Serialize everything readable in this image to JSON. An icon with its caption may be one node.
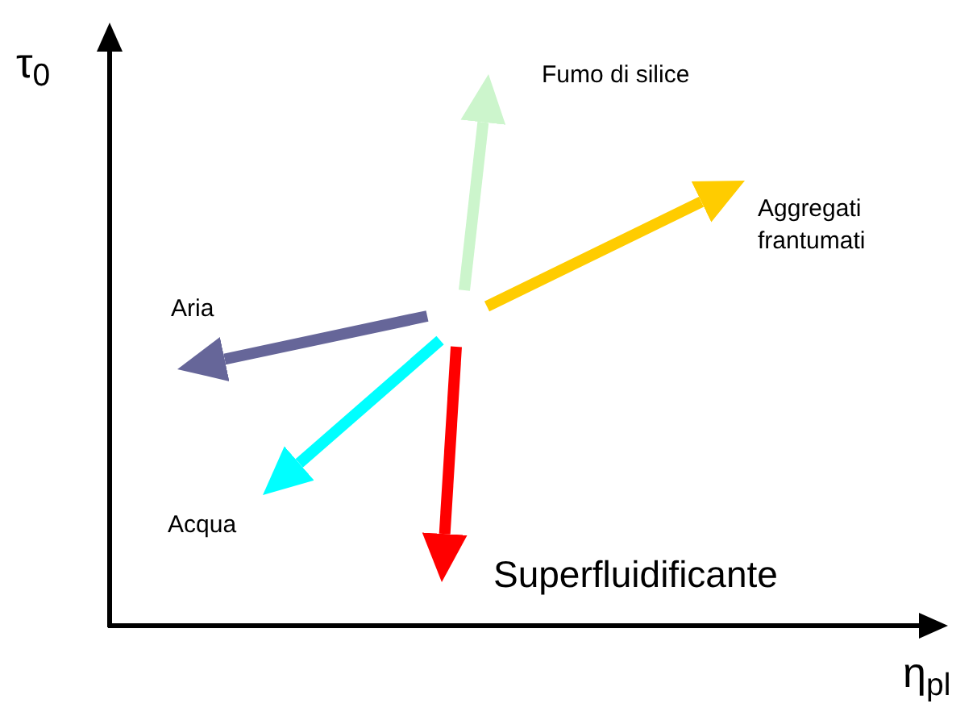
{
  "diagram": {
    "nodes": [
      {
        "text": [
          "Fumo di silice"
        ]
      },
      {
        "text": [
          "Aggregati frantumati"
        ]
      },
      {
        "text": [
          "Aria"
        ]
      },
      {
        "text": [
          "Acqua"
        ]
      },
      {
        "text": [
          "Superfluidificante"
        ]
      }
    ],
    "edges": [
      {
        "from": null,
        "to": 0,
        "arrow": "to",
        "color": "#ccf5cc"
      },
      {
        "from": null,
        "to": 1,
        "arrow": "to",
        "color": "#ffcc00"
      },
      {
        "from": null,
        "to": 2,
        "arrow": "to",
        "color": "#666699"
      },
      {
        "from": null,
        "to": 3,
        "arrow": "to",
        "color": "#00ffff"
      },
      {
        "from": null,
        "to": 4,
        "arrow": "to",
        "color": "#ff0000"
      }
    ],
    "labels": [
      "τ$_{0}$",
      "η$_{pl}$"
    ]
  }
}
